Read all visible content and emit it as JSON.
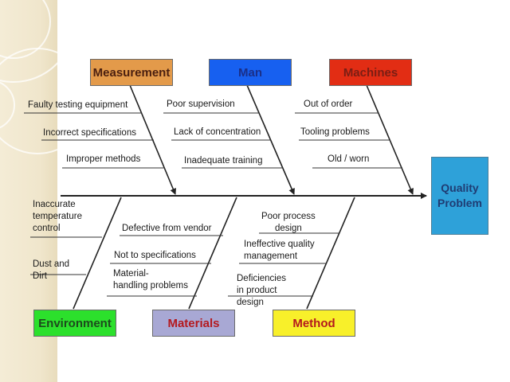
{
  "effect": {
    "label": "Quality\nProblem",
    "color": "#2ea1d9"
  },
  "categories": [
    {
      "label": "Measurement",
      "color": "#e39a4a",
      "text_color": "#4a1f10"
    },
    {
      "label": "Man",
      "color": "#1760f0",
      "text_color": "#1a2f88"
    },
    {
      "label": "Machines",
      "color": "#e22d14",
      "text_color": "#7a1e14"
    },
    {
      "label": "Environment",
      "color": "#2ce02c",
      "text_color": "#1d4a1d"
    },
    {
      "label": "Materials",
      "color": "#a8a8d4",
      "text_color": "#b4191e"
    },
    {
      "label": "Method",
      "color": "#f8f02a",
      "text_color": "#b4191e"
    }
  ],
  "causes": {
    "measurement": [
      "Faulty testing equipment",
      "Incorrect specifications",
      "Improper methods"
    ],
    "man": [
      "Poor supervision",
      "Lack of concentration",
      "Inadequate training"
    ],
    "machines": [
      "Out of order",
      "Tooling problems",
      "Old / worn"
    ],
    "environment": [
      "Inaccurate\ntemperature\ncontrol",
      "Dust and\nDirt"
    ],
    "materials": [
      "Defective from vendor",
      "Not to specifications",
      "Material-\nhandling problems"
    ],
    "method": [
      "Poor process\ndesign",
      "Ineffective quality\nmanagement",
      "Deficiencies\nin product\ndesign"
    ]
  }
}
